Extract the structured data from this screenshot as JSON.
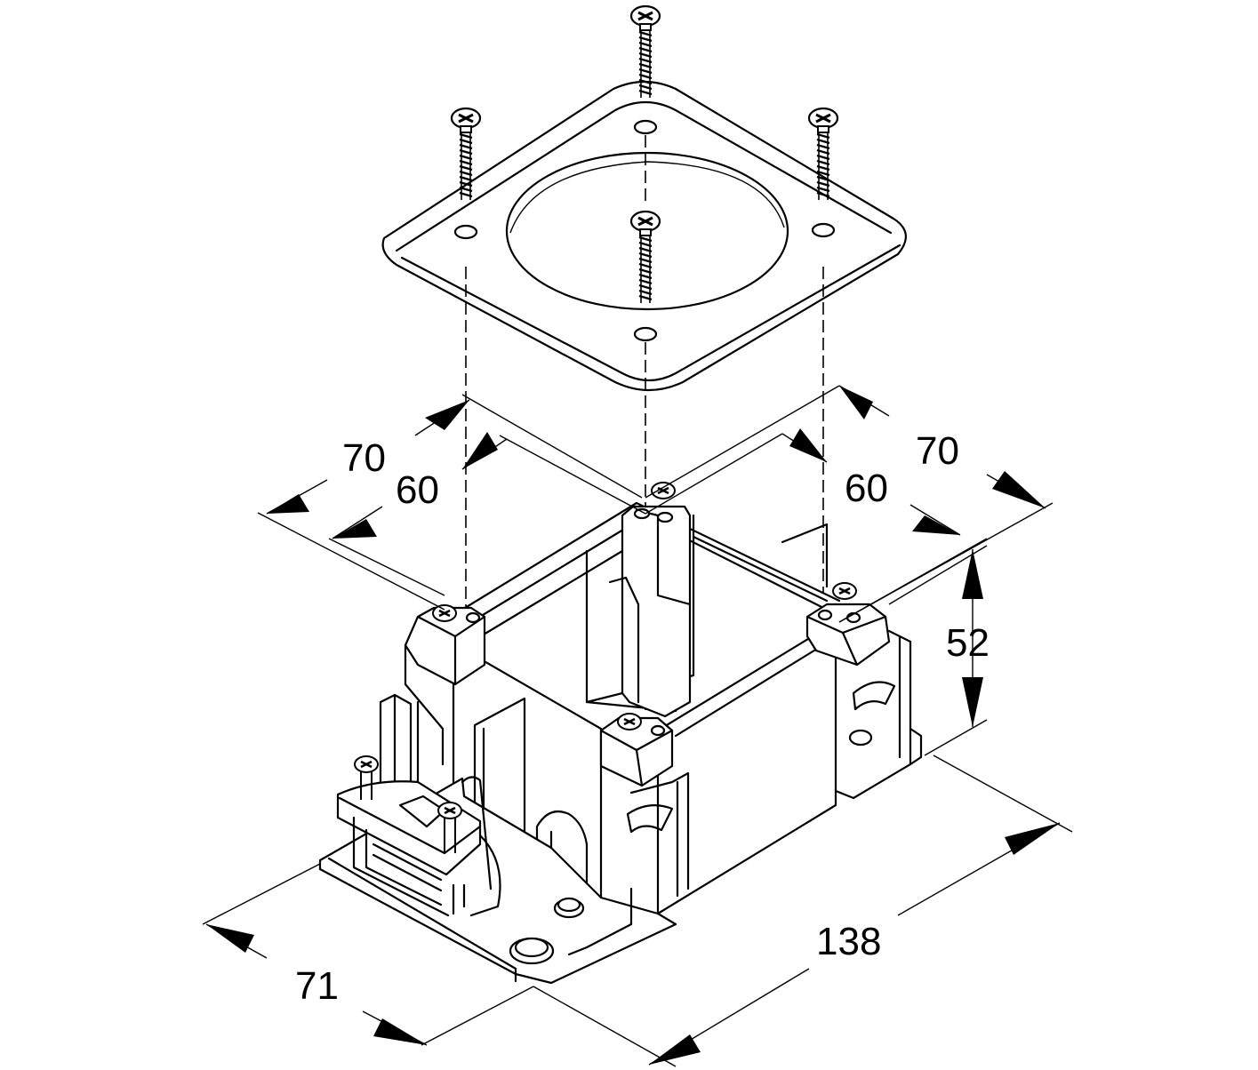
{
  "dimensions": {
    "top_left_outer": "70",
    "top_left_inner": "60",
    "top_right_outer": "70",
    "top_right_inner": "60",
    "height": "52",
    "front_depth": "71",
    "length": "138"
  },
  "colors": {
    "line": "#000000",
    "background": "#ffffff"
  },
  "icons": [
    "screw-icon",
    "dimension-arrow-icon"
  ]
}
